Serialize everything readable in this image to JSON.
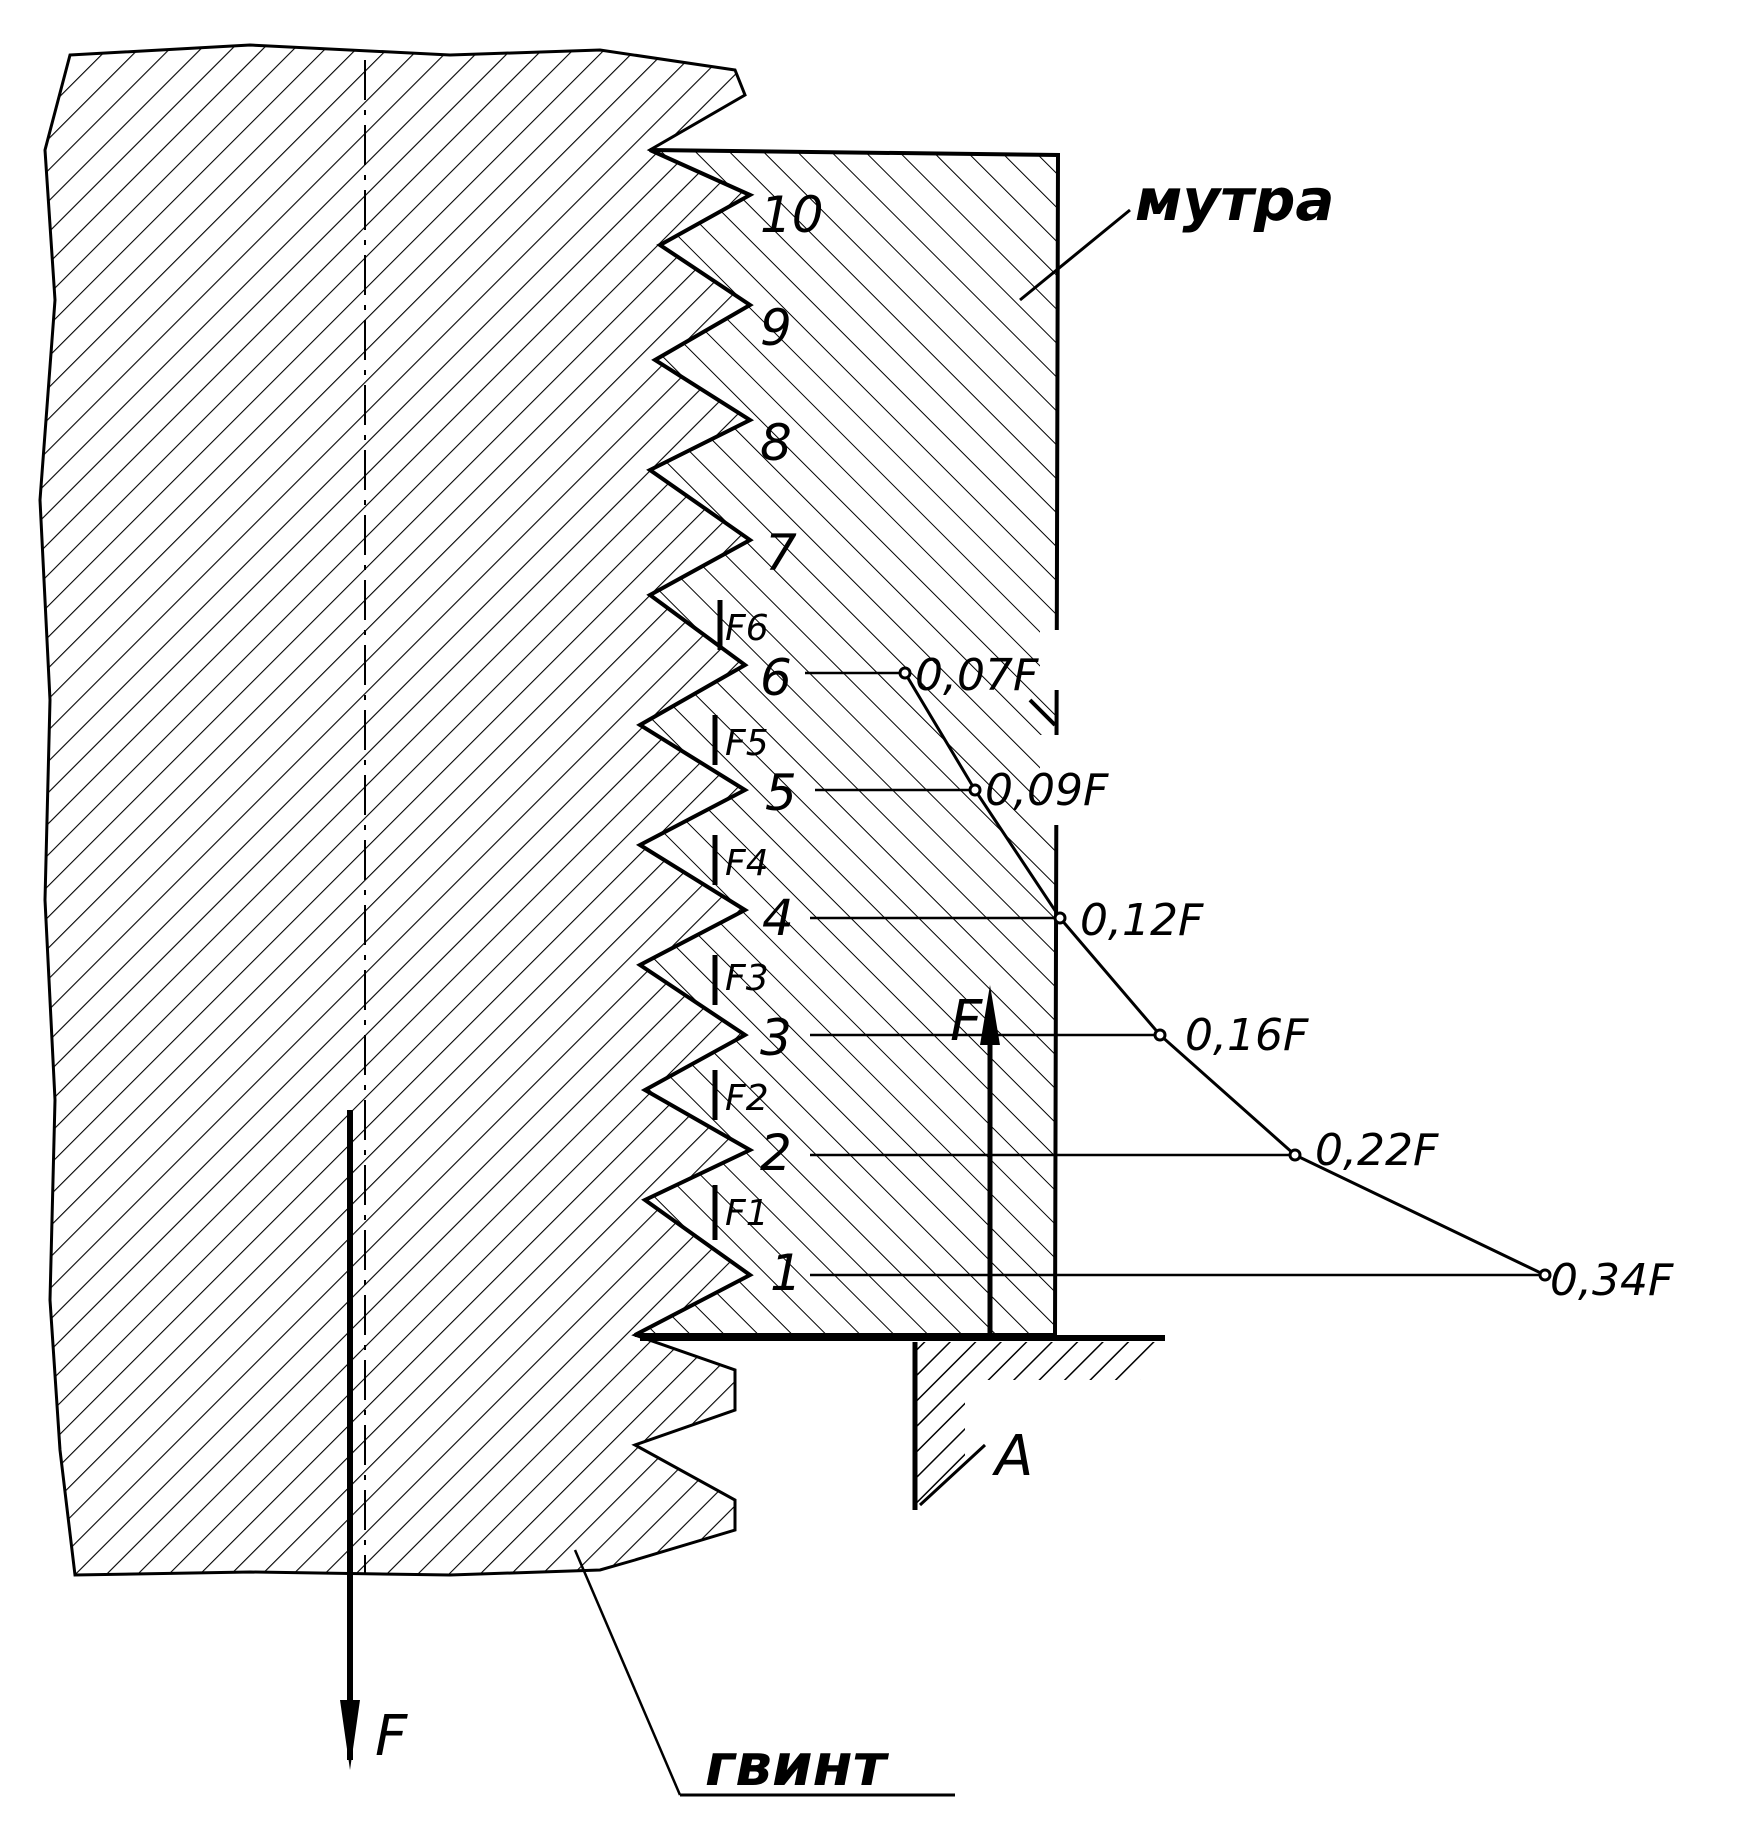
{
  "labels": {
    "nut": "мутра",
    "screw": "гвинт",
    "support": "A",
    "force_down": "F",
    "force_up": "F"
  },
  "thread_numbers": [
    "1",
    "2",
    "3",
    "4",
    "5",
    "6",
    "7",
    "8",
    "9",
    "10"
  ],
  "thread_forces": [
    "F1",
    "F2",
    "F3",
    "F4",
    "F5",
    "F6"
  ],
  "load_distribution": [
    {
      "thread": "1",
      "value": "0,34F"
    },
    {
      "thread": "2",
      "value": "0,22F"
    },
    {
      "thread": "3",
      "value": "0,16F"
    },
    {
      "thread": "4",
      "value": "0,12F"
    },
    {
      "thread": "5",
      "value": "0,09F"
    },
    {
      "thread": "6",
      "value": "0,07F"
    }
  ]
}
